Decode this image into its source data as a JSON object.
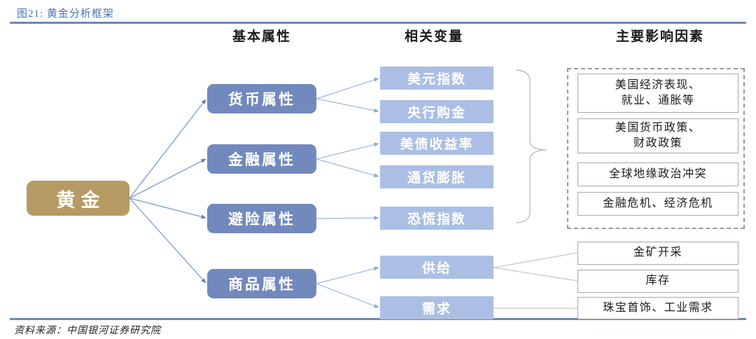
{
  "header": {
    "title": "图21: 黄金分析框架"
  },
  "columns": {
    "basic": "基本属性",
    "variables": "相关变量",
    "factors": "主要影响因素"
  },
  "root": {
    "label": "黄金"
  },
  "attributes": [
    {
      "label": "货币属性"
    },
    {
      "label": "金融属性"
    },
    {
      "label": "避险属性"
    },
    {
      "label": "商品属性"
    }
  ],
  "variables": [
    {
      "label": "美元指数"
    },
    {
      "label": "央行购金"
    },
    {
      "label": "美债收益率"
    },
    {
      "label": "通货膨胀"
    },
    {
      "label": "恐慌指数"
    },
    {
      "label": "供给"
    },
    {
      "label": "需求"
    }
  ],
  "macro_factors": [
    {
      "label": "美国经济表现、\n就业、通胀等"
    },
    {
      "label": "美国货币政策、\n财政政策"
    },
    {
      "label": "全球地缘政治冲突"
    },
    {
      "label": "金融危机、经济危机"
    }
  ],
  "commodity_factors": [
    {
      "label": "金矿开采"
    },
    {
      "label": "库存"
    },
    {
      "label": "珠宝首饰、工业需求"
    }
  ],
  "footer": {
    "source": "资料来源：中国银河证券研究院"
  },
  "colors": {
    "rule_blue": "#6E88B4",
    "title_text": "#4C74B0",
    "root_fill": "#B69A63",
    "attribute_fill": "#7289BD",
    "variable_fill": "#ABBFE4",
    "arrow_blue": "#8CA6D9",
    "line_gray": "#C6C6C6"
  }
}
